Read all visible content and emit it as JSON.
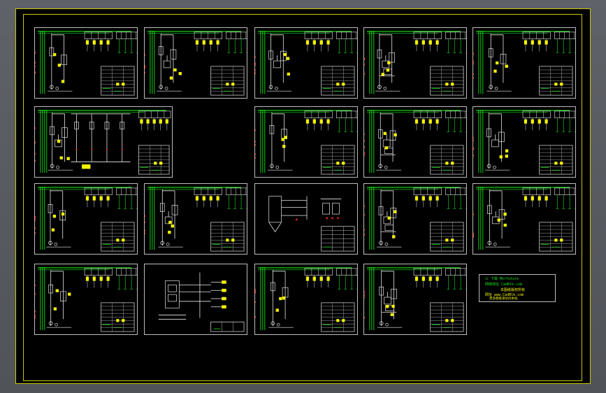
{
  "app": {
    "window": "CAD drawing viewer",
    "colors": {
      "frame": "#c8c800",
      "sheet_border": "#bdbdbd",
      "wire_green": "#18e418",
      "wire_white": "#e6e6e6",
      "wire_yellow": "#f4f400",
      "wire_red": "#e8261e",
      "background": "#000000",
      "viewport": "#5a5d63"
    }
  },
  "drawing": {
    "sheets": [
      {
        "id": 1,
        "variant": "a",
        "row": 1,
        "col": 1
      },
      {
        "id": 2,
        "variant": "b",
        "row": 1,
        "col": 2
      },
      {
        "id": 3,
        "variant": "b",
        "row": 1,
        "col": 3
      },
      {
        "id": 4,
        "variant": "c",
        "row": 1,
        "col": 4
      },
      {
        "id": 5,
        "variant": "a",
        "row": 1,
        "col": 5
      },
      {
        "id": 6,
        "variant": "wide",
        "row": 2,
        "col": 1
      },
      {
        "id": 7,
        "variant": "a",
        "row": 2,
        "col": 3
      },
      {
        "id": 8,
        "variant": "c",
        "row": 2,
        "col": 4
      },
      {
        "id": 9,
        "variant": "b",
        "row": 2,
        "col": 5
      },
      {
        "id": 10,
        "variant": "a",
        "row": 3,
        "col": 1
      },
      {
        "id": 11,
        "variant": "b",
        "row": 3,
        "col": 2
      },
      {
        "id": 12,
        "variant": "d",
        "row": 3,
        "col": 3
      },
      {
        "id": 13,
        "variant": "c",
        "row": 3,
        "col": 4
      },
      {
        "id": 14,
        "variant": "b",
        "row": 3,
        "col": 5
      },
      {
        "id": 15,
        "variant": "a",
        "row": 4,
        "col": 1
      },
      {
        "id": 16,
        "variant": "e",
        "row": 4,
        "col": 2
      },
      {
        "id": 17,
        "variant": "a",
        "row": 4,
        "col": 3
      },
      {
        "id": 18,
        "variant": "c",
        "row": 4,
        "col": 4
      }
    ],
    "title_card": {
      "line1": "三 下载  Morfuture",
      "line2": "网络地址              CadBlk.com",
      "line3": "本图纸版权所有",
      "line4": "网址 www.CadBlk.com",
      "line5": "更多图纸请访问本站"
    }
  }
}
